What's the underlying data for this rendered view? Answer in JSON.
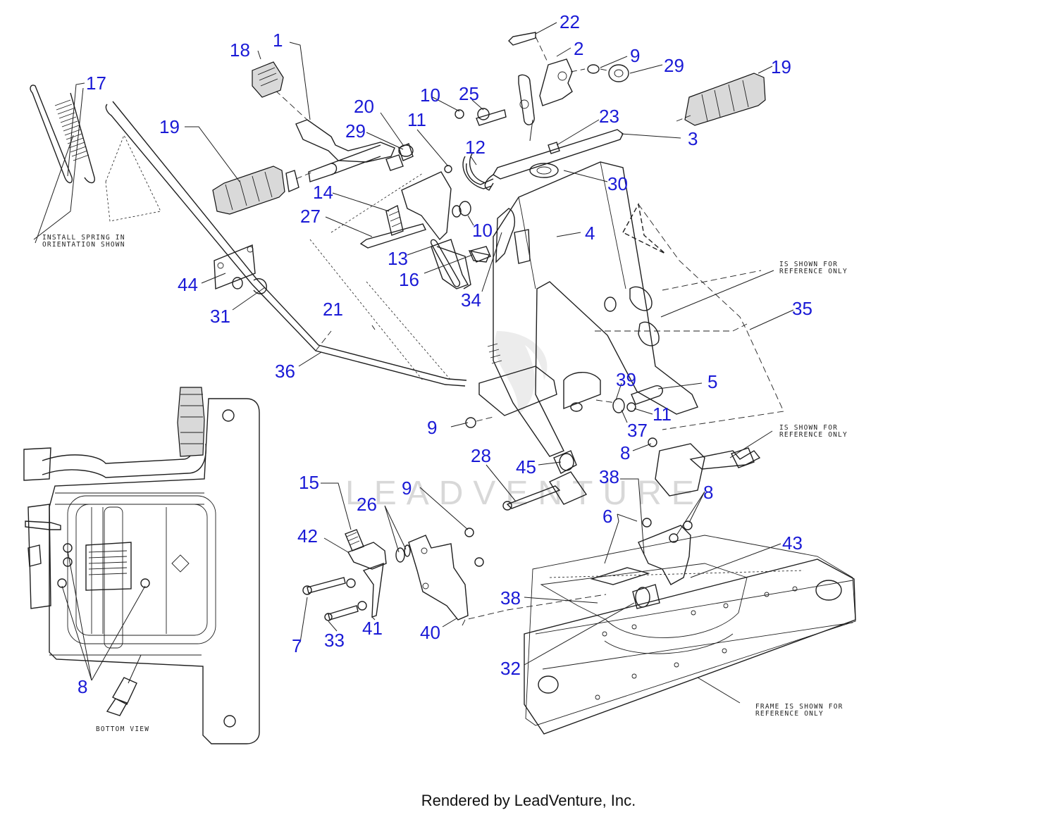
{
  "callouts": [
    {
      "id": "c1",
      "text": "1"
    },
    {
      "id": "c2",
      "text": "2"
    },
    {
      "id": "c3",
      "text": "3"
    },
    {
      "id": "c4",
      "text": "4"
    },
    {
      "id": "c5",
      "text": "5"
    },
    {
      "id": "c6",
      "text": "6"
    },
    {
      "id": "c7",
      "text": "7"
    },
    {
      "id": "c8a",
      "text": "8"
    },
    {
      "id": "c8b",
      "text": "8"
    },
    {
      "id": "c8c",
      "text": "8"
    },
    {
      "id": "c9a",
      "text": "9"
    },
    {
      "id": "c9b",
      "text": "9"
    },
    {
      "id": "c9c",
      "text": "9"
    },
    {
      "id": "c10a",
      "text": "10"
    },
    {
      "id": "c10b",
      "text": "10"
    },
    {
      "id": "c11a",
      "text": "11"
    },
    {
      "id": "c11b",
      "text": "11"
    },
    {
      "id": "c12",
      "text": "12"
    },
    {
      "id": "c13",
      "text": "13"
    },
    {
      "id": "c14",
      "text": "14"
    },
    {
      "id": "c15",
      "text": "15"
    },
    {
      "id": "c16",
      "text": "16"
    },
    {
      "id": "c17",
      "text": "17"
    },
    {
      "id": "c18",
      "text": "18"
    },
    {
      "id": "c19a",
      "text": "19"
    },
    {
      "id": "c19b",
      "text": "19"
    },
    {
      "id": "c20",
      "text": "20"
    },
    {
      "id": "c21",
      "text": "21"
    },
    {
      "id": "c22",
      "text": "22"
    },
    {
      "id": "c23",
      "text": "23"
    },
    {
      "id": "c25",
      "text": "25"
    },
    {
      "id": "c26",
      "text": "26"
    },
    {
      "id": "c27",
      "text": "27"
    },
    {
      "id": "c28",
      "text": "28"
    },
    {
      "id": "c29a",
      "text": "29"
    },
    {
      "id": "c29b",
      "text": "29"
    },
    {
      "id": "c30",
      "text": "30"
    },
    {
      "id": "c31",
      "text": "31"
    },
    {
      "id": "c32",
      "text": "32"
    },
    {
      "id": "c33",
      "text": "33"
    },
    {
      "id": "c34",
      "text": "34"
    },
    {
      "id": "c35",
      "text": "35"
    },
    {
      "id": "c36",
      "text": "36"
    },
    {
      "id": "c37",
      "text": "37"
    },
    {
      "id": "c38a",
      "text": "38"
    },
    {
      "id": "c38b",
      "text": "38"
    },
    {
      "id": "c39",
      "text": "39"
    },
    {
      "id": "c40",
      "text": "40"
    },
    {
      "id": "c41",
      "text": "41"
    },
    {
      "id": "c42",
      "text": "42"
    },
    {
      "id": "c43",
      "text": "43"
    },
    {
      "id": "c44",
      "text": "44"
    },
    {
      "id": "c45",
      "text": "45"
    }
  ],
  "notes": {
    "install_spring_1": "INSTALL SPRING IN",
    "install_spring_2": "ORIENTATION SHOWN",
    "reference_a_1": "IS SHOWN FOR",
    "reference_a_2": "REFERENCE ONLY",
    "reference_b_1": "IS SHOWN FOR",
    "reference_b_2": "REFERENCE ONLY",
    "frame_1": "FRAME IS SHOWN FOR",
    "frame_2": "REFERENCE ONLY",
    "bottom_view": "BOTTOM VIEW"
  },
  "watermark": "LEADVENTURE",
  "footer": "Rendered by LeadVenture, Inc."
}
